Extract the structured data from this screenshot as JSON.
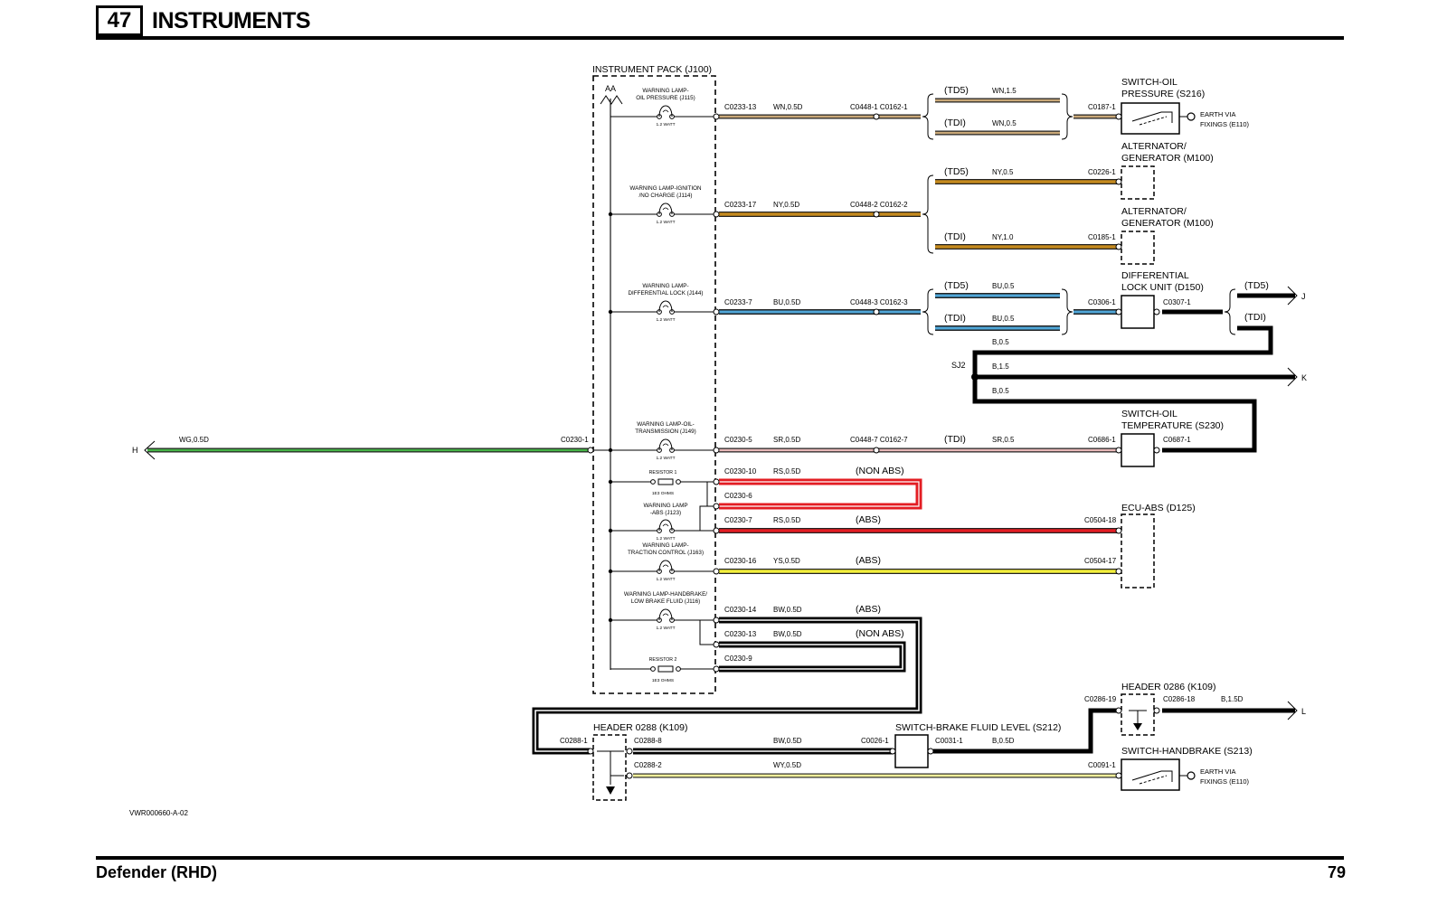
{
  "header": {
    "section_number": "47",
    "section_title": "INSTRUMENTS"
  },
  "footer": {
    "model": "Defender (RHD)",
    "page_number": "79"
  },
  "diagram": {
    "figure_id": "VWR000660-A-02",
    "instrument_pack_label": "INSTRUMENT PACK (J100)",
    "aa_label": "AA",
    "splice_label": "SJ2",
    "lamp_rating": "1.2 WATT",
    "resistor_rating": "1E3 OHMS",
    "lamp_oil_pressure": [
      "WARNING LAMP-",
      "OIL PRESSURE (J115)"
    ],
    "lamp_ignition": [
      "WARNING LAMP-IGNITION",
      "/NO CHARGE (J114)"
    ],
    "lamp_diff_lock": [
      "WARNING LAMP-",
      "DIFFERENTIAL LOCK (J144)"
    ],
    "lamp_transmission": [
      "WARNING LAMP-OIL-",
      "TRANSMISSION (J149)"
    ],
    "resistor_1": "RESISTOR 1",
    "lamp_abs": [
      "WARNING LAMP",
      "-ABS (J123)"
    ],
    "lamp_traction": [
      "WARNING LAMP-",
      "TRACTION CONTROL (J163)"
    ],
    "lamp_handbrake": [
      "WARNING LAMP-HANDBRAKE/",
      "LOW BRAKE FLUID (J116)"
    ],
    "resistor_2": "RESISTOR 2",
    "sw_oil_pressure": [
      "SWITCH-OIL",
      "PRESSURE (S216)"
    ],
    "earth_fixings": [
      "EARTH VIA",
      "FIXINGS (E110)"
    ],
    "alternator": [
      "ALTERNATOR/",
      "GENERATOR (M100)"
    ],
    "diff_lock_unit": [
      "DIFFERENTIAL",
      "LOCK UNIT (D150)"
    ],
    "sw_oil_temp": [
      "SWITCH-OIL",
      "TEMPERATURE (S230)"
    ],
    "ecu_abs": "ECU-ABS (D125)",
    "header_0286": "HEADER 0286 (K109)",
    "header_0288": "HEADER 0288 (K109)",
    "sw_brake_fluid": "SWITCH-BRAKE FLUID LEVEL (S212)",
    "sw_handbrake": "SWITCH-HANDBRAKE (S213)",
    "variants": {
      "td5": "(TD5)",
      "tdi": "(TDI)",
      "non_abs": "(NON ABS)",
      "abs": "(ABS)"
    },
    "wire_codes": {
      "wn05d": "WN,0.5D",
      "wn15": "WN,1.5",
      "wn05": "WN,0.5",
      "ny05d": "NY,0.5D",
      "ny05": "NY,0.5",
      "ny10": "NY,1.0",
      "bu05d": "BU,0.5D",
      "bu05": "BU,0.5",
      "b05": "B,0.5",
      "b15": "B,1.5",
      "b05d": "B,0.5D",
      "b15d": "B,1.5D",
      "wg05d": "WG,0.5D",
      "sr05d": "SR,0.5D",
      "sr05": "SR,0.5",
      "rs05d": "RS,0.5D",
      "ys05d": "YS,0.5D",
      "bw05d": "BW,0.5D",
      "wy05d": "WY,0.5D"
    },
    "connectors": {
      "c0233_13": "C0233-13",
      "c0233_17": "C0233-17",
      "c0233_7": "C0233-7",
      "c0448_1": "C0448-1 C0162-1",
      "c0448_2": "C0448-2 C0162-2",
      "c0448_3": "C0448-3 C0162-3",
      "c0448_7": "C0448-7 C0162-7",
      "c0187_1": "C0187-1",
      "c0226_1": "C0226-1",
      "c0185_1": "C0185-1",
      "c0306_1": "C0306-1",
      "c0307_1": "C0307-1",
      "c0230_1": "C0230-1",
      "c0230_5": "C0230-5",
      "c0230_10": "C0230-10",
      "c0230_6": "C0230-6",
      "c0230_7": "C0230-7",
      "c0230_16": "C0230-16",
      "c0230_14": "C0230-14",
      "c0230_13": "C0230-13",
      "c0230_9": "C0230-9",
      "c0686_1": "C0686-1",
      "c0687_1": "C0687-1",
      "c0504_18": "C0504-18",
      "c0504_17": "C0504-17",
      "c0286_19": "C0286-19",
      "c0286_18": "C0286-18",
      "c0288_1": "C0288-1",
      "c0288_8": "C0288-8",
      "c0288_2": "C0288-2",
      "c0026_1": "C0026-1",
      "c0031_1": "C0031-1",
      "c0091_1": "C0091-1"
    },
    "terminals": {
      "h": "H",
      "j": "J",
      "k": "K",
      "l": "L"
    }
  }
}
